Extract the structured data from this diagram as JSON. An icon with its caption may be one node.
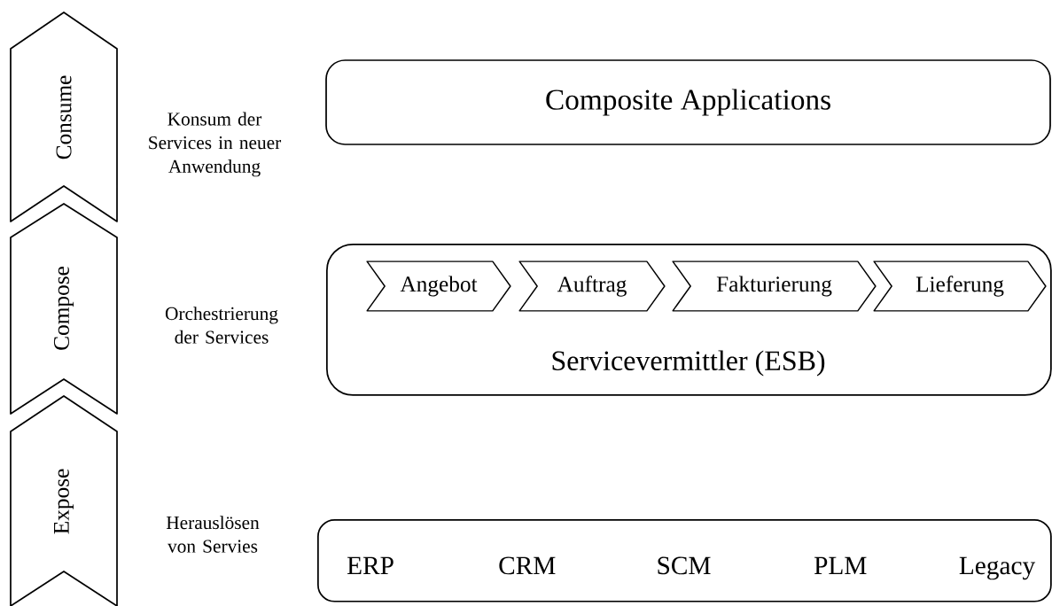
{
  "diagram": {
    "nodes": [
      {
        "text": [
          "Consume"
        ]
      },
      {
        "text": [
          "Compose"
        ]
      },
      {
        "text": [
          "Expose"
        ]
      },
      {
        "text": [
          "Composite Applications"
        ]
      },
      {
        "text": [
          "Servicevermittler (ESB)"
        ]
      },
      {
        "text": [
          "Angebot"
        ],
        "in": 4
      },
      {
        "text": [
          "Auftrag"
        ],
        "in": 4
      },
      {
        "text": [
          "Fakturierung"
        ],
        "in": 4
      },
      {
        "text": [
          "Lieferung"
        ],
        "in": 4
      },
      {
        "text": [
          "ERP",
          "CRM",
          "SCM",
          "PLM",
          "Legacy"
        ]
      }
    ],
    "labels": [
      "Konsum der Services in neuer Anwendung",
      "Orchestrierung der Services",
      "Herauslösen von Servies"
    ]
  }
}
